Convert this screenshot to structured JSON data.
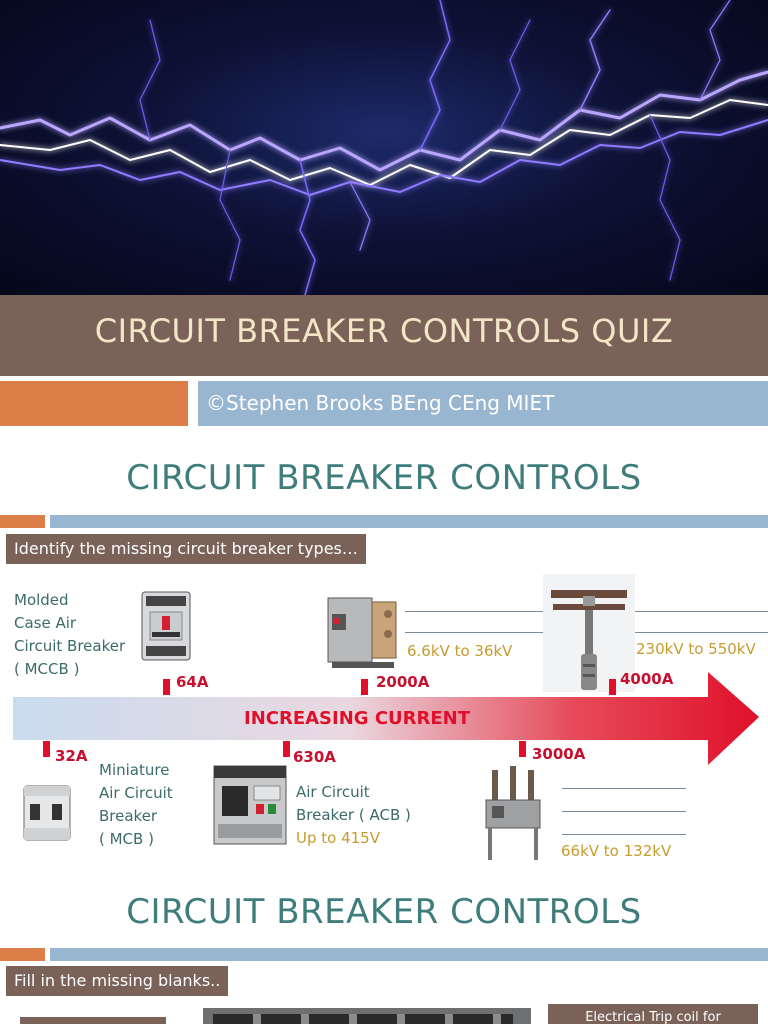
{
  "hero": {
    "image": "lightning-bolts"
  },
  "title": "CIRCUIT BREAKER CONTROLS QUIZ",
  "author": "©Stephen Brooks BEng CEng MIET",
  "slide1": {
    "heading": "CIRCUIT BREAKER CONTROLS",
    "instruction": "Identify the missing circuit breaker types…",
    "arrow_label": "INCREASING CURRENT",
    "mccb": {
      "line1": "Molded",
      "line2": "Case Air",
      "line3": "Circuit Breaker",
      "line4": "( MCCB )"
    },
    "mcb": {
      "line1": "Miniature",
      "line2": "Air Circuit",
      "line3": "Breaker",
      "line4": "( MCB )"
    },
    "acb": {
      "line1": "Air Circuit",
      "line2": "Breaker ( ACB )",
      "voltage": "Up to 415V"
    },
    "voltages": {
      "v1": "6.6kV to 36kV",
      "v2": "230kV to 550kV",
      "v3": "66kV to 132kV"
    },
    "currents": {
      "c64": "64A",
      "c2000": "2000A",
      "c4000": "4000A",
      "c32": "32A",
      "c630": "630A",
      "c3000": "3000A"
    }
  },
  "slide2": {
    "heading": "CIRCUIT BREAKER CONTROLS",
    "instruction": "Fill in the missing blanks..",
    "callout": "Electrical Trip coil for"
  },
  "colors": {
    "brown": "#7b6259",
    "orange": "#dc7e47",
    "blue": "#98b6d0",
    "teal": "#3f7d7c",
    "red": "#e0102a",
    "gold": "#c79c2e"
  }
}
